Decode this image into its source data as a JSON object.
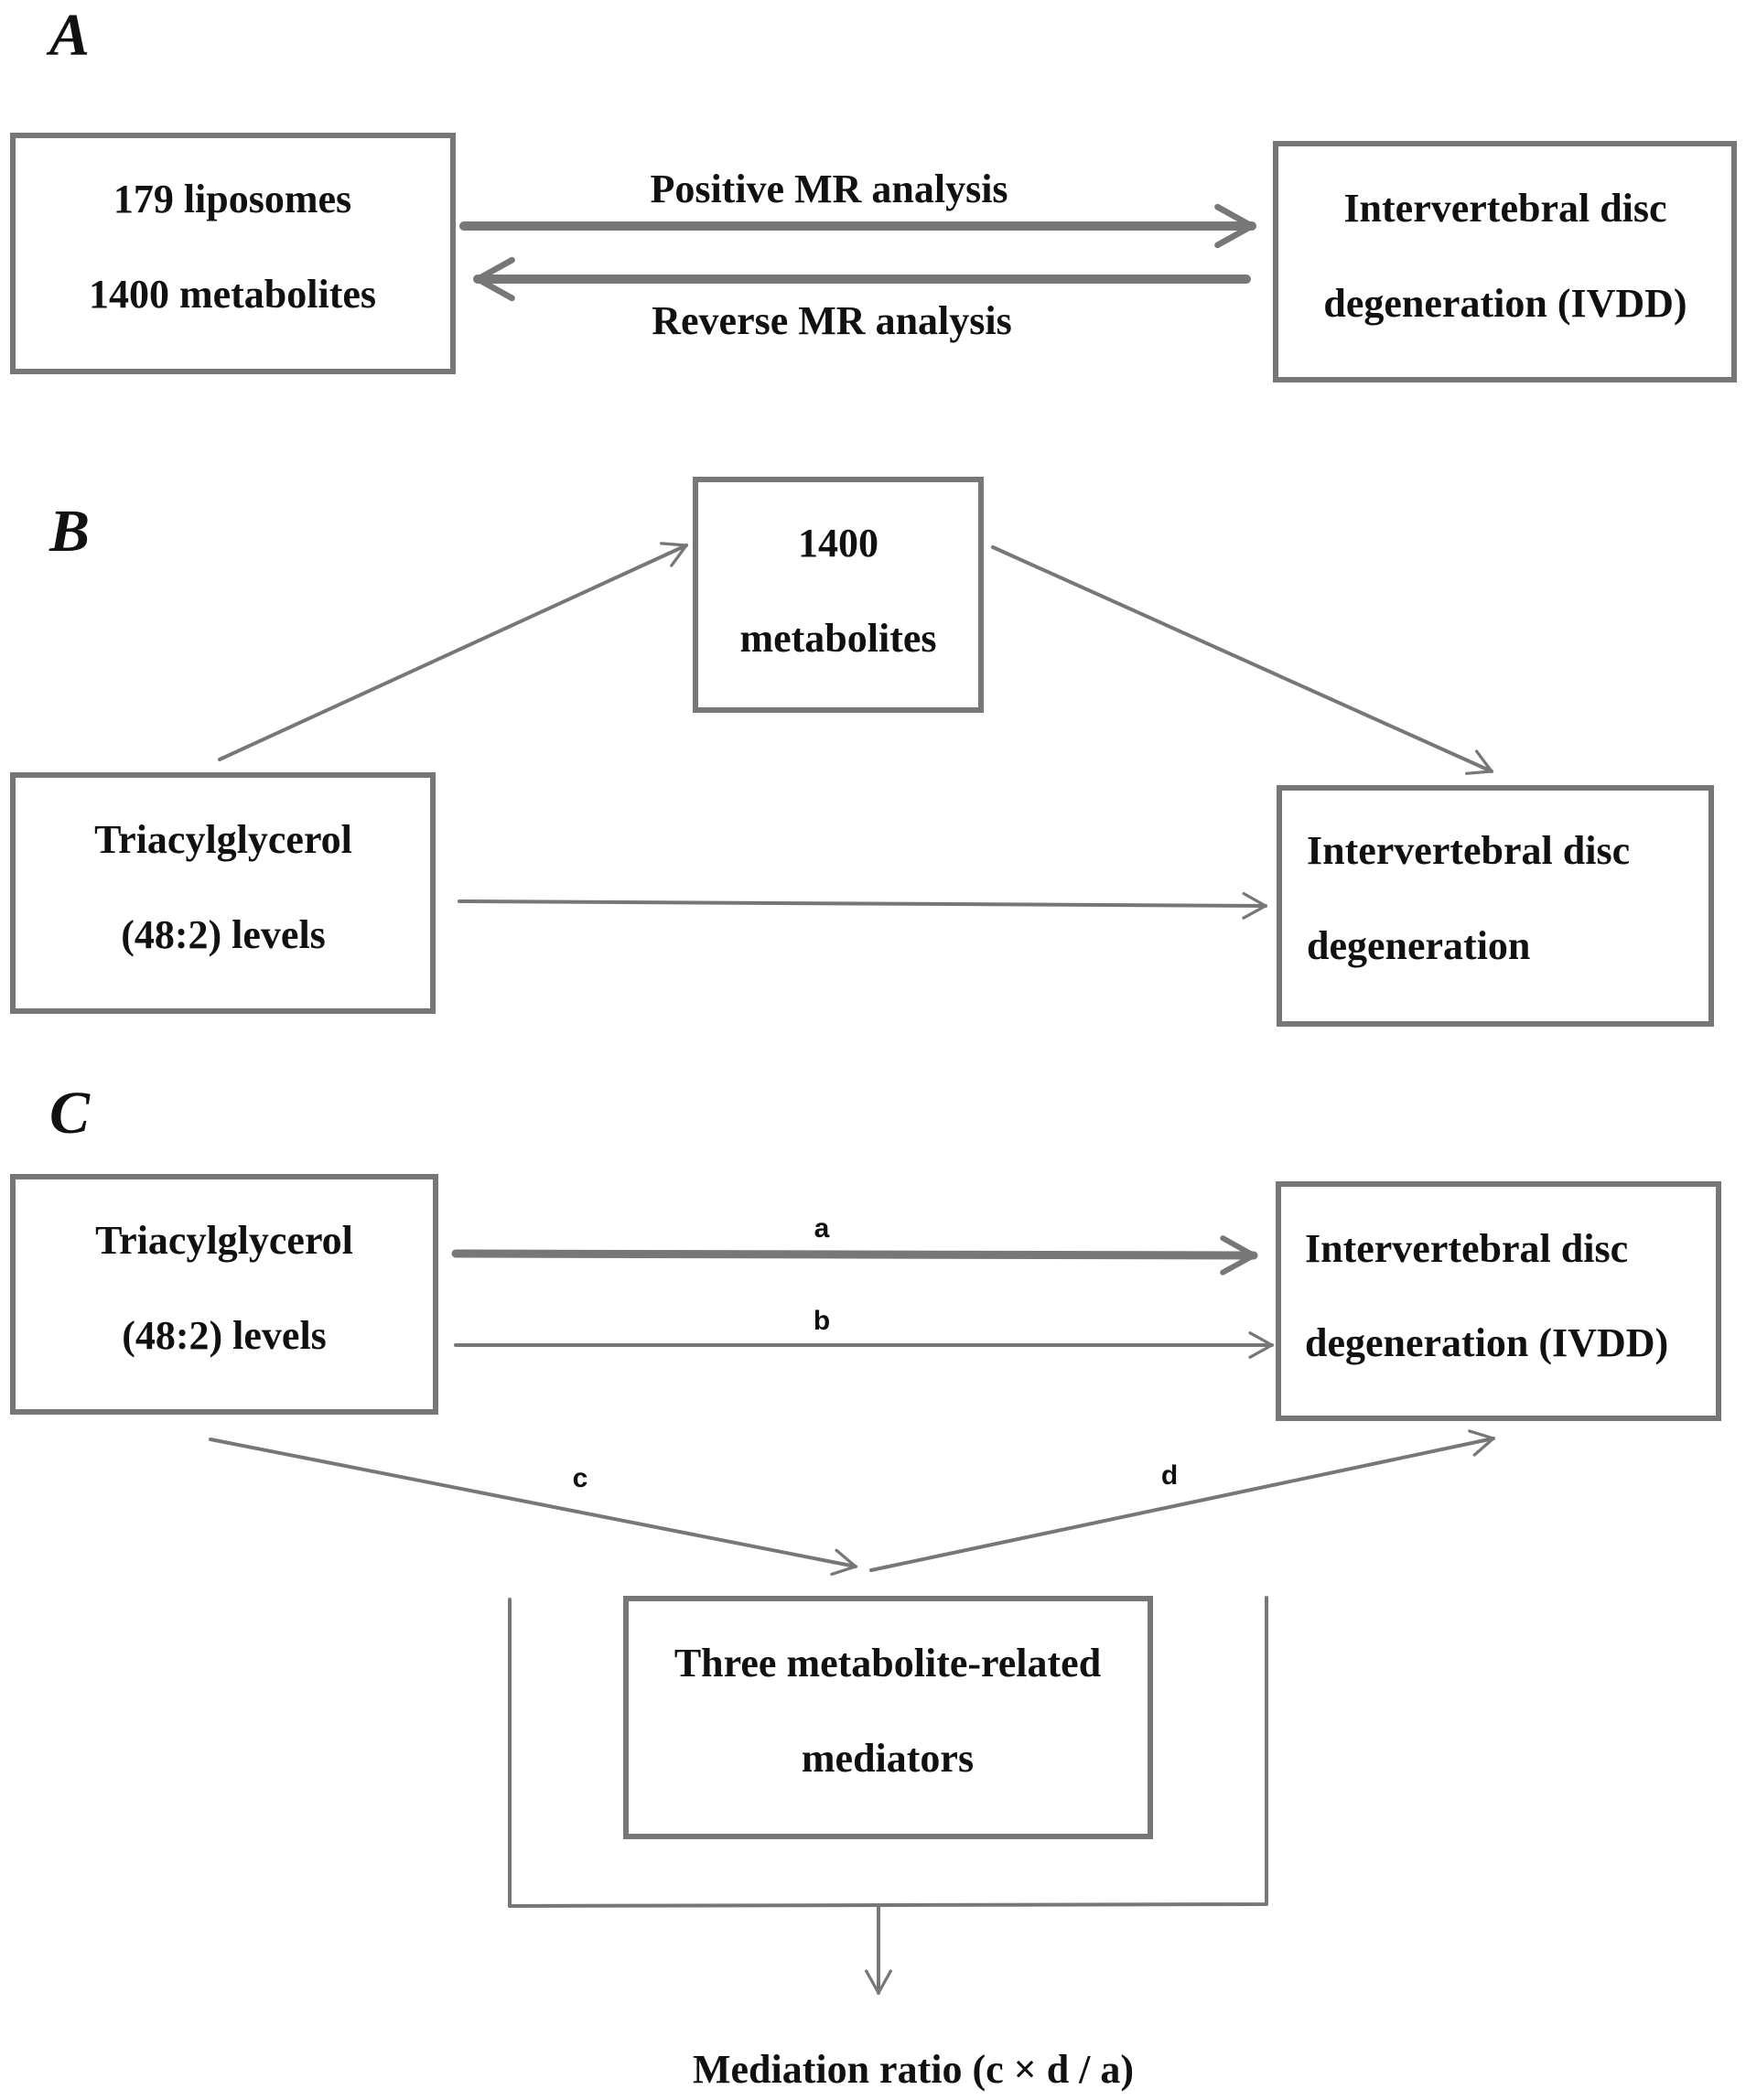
{
  "panels": {
    "a": {
      "letter": "A",
      "left_box": {
        "line1": "179 liposomes",
        "line2": "1400 metabolites"
      },
      "right_box": {
        "line1": "Intervertebral disc",
        "line2": "degeneration (IVDD)"
      },
      "forward_label": "Positive MR analysis",
      "reverse_label": "Reverse MR analysis"
    },
    "b": {
      "letter": "B",
      "top_box": {
        "line1": "1400",
        "line2": "metabolites"
      },
      "left_box": {
        "line1": "Triacylglycerol",
        "line2": "(48:2) levels"
      },
      "right_box": {
        "line1": "Intervertebral disc",
        "line2": "degeneration"
      }
    },
    "c": {
      "letter": "C",
      "left_box": {
        "line1": "Triacylglycerol",
        "line2": "(48:2) levels"
      },
      "right_box": {
        "line1": "Intervertebral disc",
        "line2": "degeneration (IVDD)"
      },
      "mediator_box": {
        "line1": "Three metabolite-related",
        "line2": "mediators"
      },
      "path_a": "a",
      "path_b": "b",
      "path_c": "c",
      "path_d": "d",
      "ratio_label": "Mediation ratio (c × d / a)"
    }
  },
  "colors": {
    "stroke": "#777777",
    "text": "#111111",
    "background": "#ffffff"
  }
}
